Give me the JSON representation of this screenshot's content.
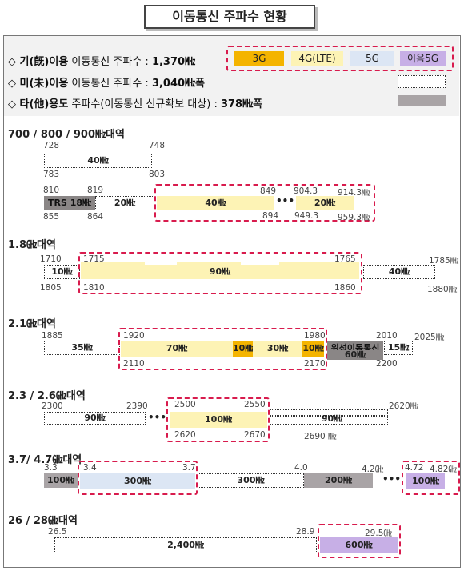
{
  "title": "이동통신 주파수 현황",
  "legend": {
    "row1": {
      "prefix": "◇ 기(旣)이용",
      "mid": " 이동통신 주파수 : ",
      "value": "1,370㎒"
    },
    "row2": {
      "prefix": "◇ 미(未)이용",
      "mid": " 이동통신 주파수 : ",
      "value": "3,040㎒폭"
    },
    "row3": {
      "prefix": "◇ 타(他)용도",
      "mid": " 주파수(이동통신 신규확보 대상) : ",
      "value": "378㎒폭"
    },
    "keys": [
      "3G",
      "4G(LTE)",
      "5G",
      "이음5G"
    ],
    "colors": {
      "3G": "#f4b400",
      "4G(LTE)": "#fdf3b5",
      "5G": "#dce6f4",
      "이음5G": "#c7afe6",
      "other": "#a9a4a6",
      "dash": "#d81b4d"
    }
  },
  "b700": {
    "label": "700 / 800 / 900㎒대역",
    "n728": "728",
    "n748": "748",
    "n783": "783",
    "n803": "803",
    "w40": "40㎒",
    "n810": "810",
    "n819": "819",
    "n855": "855",
    "n864": "864",
    "trs": "TRS 18㎒",
    "w20a": "20㎒",
    "n849": "849",
    "n894": "894",
    "w40b": "40㎒",
    "dots": "•••",
    "n9043": "904.3",
    "n9143": "914.3㎒",
    "n9493": "949.3",
    "n9593": "959.3㎒",
    "w20b": "20㎒"
  },
  "b18": {
    "label": "1.8㎓대역",
    "n1710": "1710",
    "n1805": "1805",
    "w10": "10㎒",
    "n1715": "1715",
    "n1810": "1810",
    "w90": "90㎒",
    "n1765": "1765",
    "n1860": "1860",
    "w40": "40㎒",
    "n1785": "1785㎒",
    "n1880": "1880㎒"
  },
  "b21": {
    "label": "2.1㎓대역",
    "n1885": "1885",
    "w35": "35㎒",
    "n1920": "1920",
    "n2110": "2110",
    "w70": "70㎒",
    "w10a": "10㎒",
    "w30": "30㎒",
    "w10b": "10㎒",
    "n1980": "1980",
    "n2170": "2170",
    "sat": "위성이동통신",
    "w60": "60㎒",
    "n2010": "2010",
    "n2200": "2200",
    "w15": "15㎒",
    "n2025": "2025㎒"
  },
  "b23": {
    "label": "2.3 / 2.6㎓대역",
    "n2300": "2300",
    "n2390": "2390",
    "w90a": "90㎒",
    "dots": "•••",
    "n2500": "2500",
    "n2550": "2550",
    "n2620": "2620",
    "n2670": "2670",
    "w100": "100㎒",
    "n2620m": "2620㎒",
    "w90b": "90㎒",
    "n2690": "2690 ㎒"
  },
  "b37": {
    "label": "3.7/ 4.7㎓대역",
    "n33": "3.3",
    "w100a": "100㎒",
    "n34": "3.4",
    "n37": "3.7",
    "w300a": "300㎒",
    "w300b": "300㎒",
    "n40": "4.0",
    "w200": "200㎒",
    "n42": "4.2㎓",
    "dots": "•••",
    "n472": "4.72",
    "n482": "4.82㎓",
    "w100b": "100㎒"
  },
  "b26": {
    "label": "26 / 28㎓대역",
    "n265": "26.5",
    "w2400": "2,400㎒",
    "n289": "28.9",
    "n295": "29.5㎓",
    "w600": "600㎒"
  }
}
